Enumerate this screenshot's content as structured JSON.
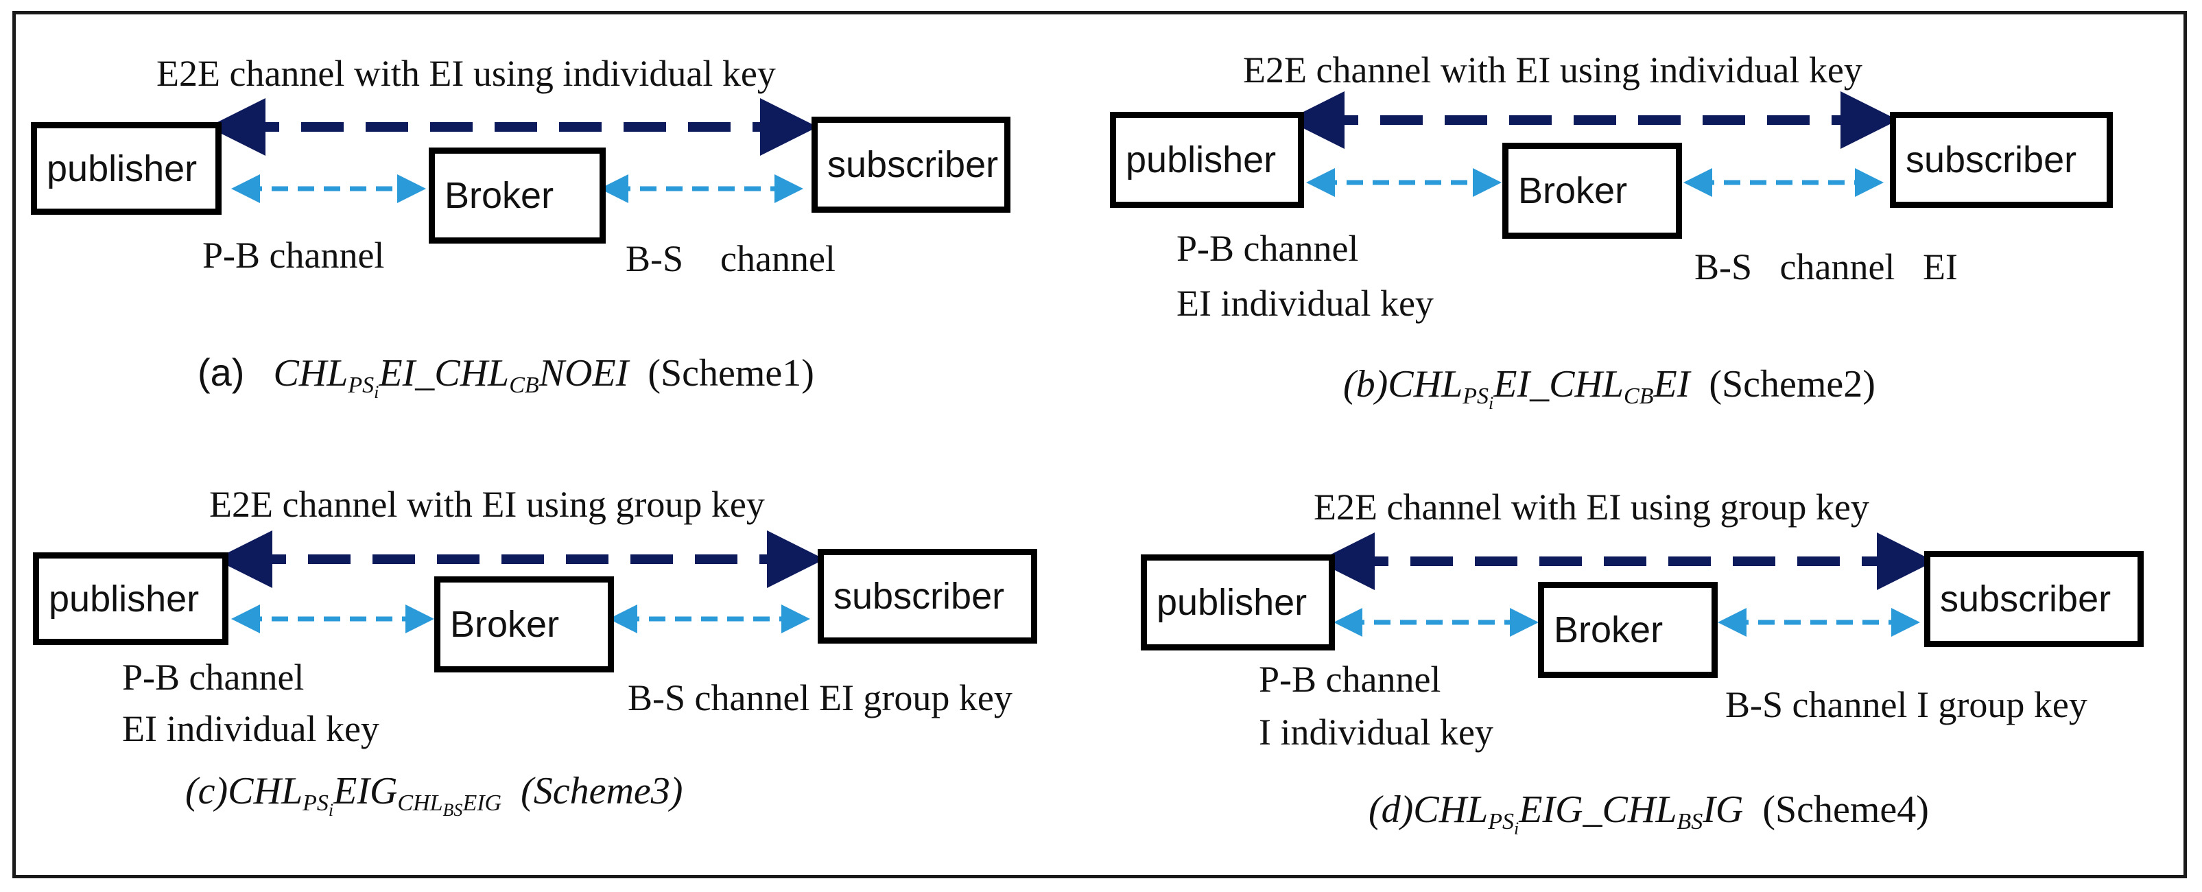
{
  "panels": [
    {
      "id": "a",
      "e2e_label": "E2E channel with EI using individual key",
      "publisher": "publisher",
      "broker": "Broker",
      "subscriber": "subscriber",
      "pb_label": [
        "P-B channel"
      ],
      "bs_label": [
        "B-S    channel"
      ],
      "caption": {
        "prefix": "(a)",
        "sub1": "PS",
        "sub1i": "i",
        "mid": "EI_CHL",
        "sub2": "CB",
        "tail": "NOEI",
        "scheme": "(Scheme1)"
      }
    },
    {
      "id": "b",
      "e2e_label": "E2E channel with EI using individual key",
      "publisher": "publisher",
      "broker": "Broker",
      "subscriber": "subscriber",
      "pb_label": [
        "P-B channel",
        "EI individual key"
      ],
      "bs_label": [
        "B-S   channel   EI"
      ],
      "caption": {
        "prefix": "(b)",
        "sub1": "PS",
        "sub1i": "i",
        "mid": "EI_CHL",
        "sub2": "CB",
        "tail": "EI",
        "scheme": "(Scheme2)"
      }
    },
    {
      "id": "c",
      "e2e_label": "E2E channel with EI using group key",
      "publisher": "publisher",
      "broker": "Broker",
      "subscriber": "subscriber",
      "pb_label": [
        "P-B channel",
        "EI individual key"
      ],
      "bs_label": [
        "B-S channel EI group key"
      ],
      "caption": {
        "prefix": "(c)",
        "sub1": "PS",
        "sub1i": "i",
        "mid": "EIG",
        "sub2": "CHL",
        "sub2b": "BS",
        "sub2c": "EIG",
        "scheme": "(Scheme3)"
      }
    },
    {
      "id": "d",
      "e2e_label": "E2E channel with EI using group key",
      "publisher": "publisher",
      "broker": "Broker",
      "subscriber": "subscriber",
      "pb_label": [
        "P-B channel",
        "I individual key"
      ],
      "bs_label": [
        "B-S channel I group key"
      ],
      "caption": {
        "prefix": "(d)",
        "sub1": "PS",
        "sub1i": "i",
        "mid": "EIG_CHL",
        "sub2": "BS",
        "tail": "IG",
        "scheme": "(Scheme4)"
      }
    }
  ],
  "caption_base": "CHL",
  "colors": {
    "e2e_arrow": "#0d1a5c",
    "channel_arrow": "#2b9ad8",
    "box_border": "#000000"
  }
}
